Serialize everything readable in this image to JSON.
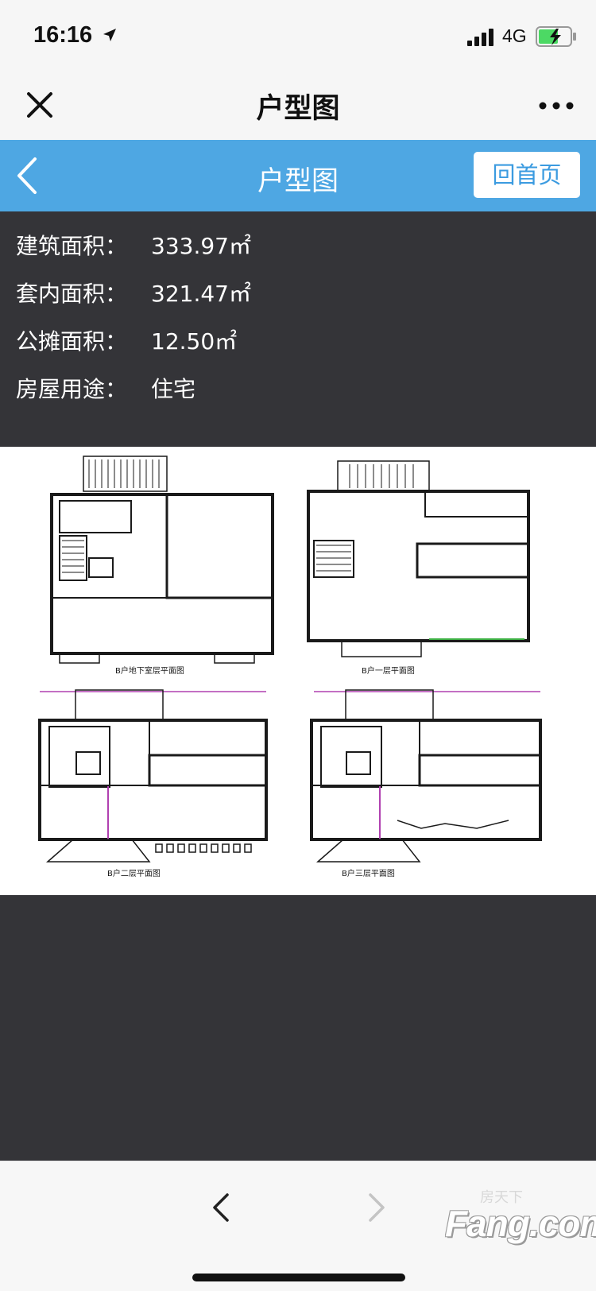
{
  "status_bar": {
    "time": "16:16",
    "network": "4G"
  },
  "wechat_nav": {
    "title": "户型图"
  },
  "header": {
    "title": "户型图",
    "home_button": "回首页",
    "color": "#4ea7e3"
  },
  "info": [
    {
      "label": "建筑面积：",
      "value": "333.97㎡"
    },
    {
      "label": "套内面积：",
      "value": "321.47㎡"
    },
    {
      "label": "公摊面积：",
      "value": "12.50㎡"
    },
    {
      "label": "房屋用途：",
      "value": "住宅"
    }
  ],
  "floorplan": {
    "captions": [
      "B户地下室层平面图",
      "B户一层平面图",
      "B户二层平面图",
      "B户三层平面图"
    ]
  },
  "watermark": {
    "small": "房天下",
    "brand": "Fang.com"
  }
}
